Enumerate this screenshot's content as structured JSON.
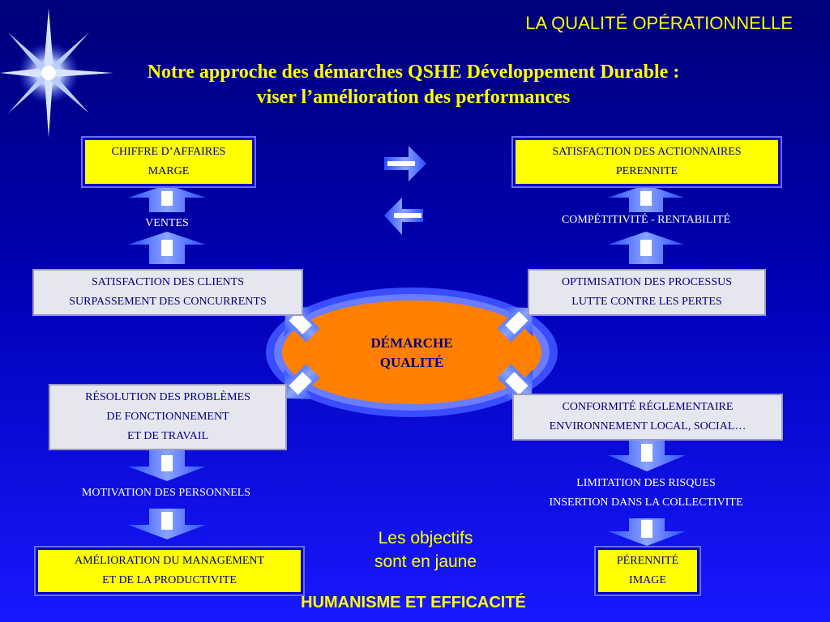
{
  "header": {
    "title": "LA QUALITÉ OPÉRATIONNELLE",
    "subtitle_line1": "Notre approche des démarches QSHE Développement Durable  :",
    "subtitle_line2": "viser l’amélioration des performances"
  },
  "left": {
    "top_box": [
      "CHIFFRE D’AFFAIRES",
      "MARGE"
    ],
    "ventes": "VENTES",
    "clients_box": [
      "SATISFACTION DES CLIENTS",
      "SURPASSEMENT DES CONCURRENTS"
    ],
    "resolution_box": [
      "RÉSOLUTION DES PROBLÈMES",
      "DE FONCTIONNEMENT",
      "ET DE TRAVAIL"
    ],
    "motivation": "MOTIVATION DES  PERSONNELS",
    "management_box": [
      "AMÉLIORATION DU MANAGEMENT",
      "ET DE LA PRODUCTIVITE"
    ]
  },
  "right": {
    "top_box": [
      "SATISFACTION DES  ACTIONNAIRES",
      "PERENNITE"
    ],
    "competitivite": "COMPÉTITIVITÉ - RENTABILITÉ",
    "processus_box": [
      "OPTIMISATION DES PROCESSUS",
      "LUTTE CONTRE LES PERTES"
    ],
    "conformite_box": [
      "CONFORMITÉ RÉGLEMENTAIRE",
      "ENVIRONNEMENT LOCAL, SOCIAL…"
    ],
    "risques": [
      "LIMITATION DES RISQUES",
      "INSERTION DANS LA COLLECTIVITE"
    ],
    "perennite_box": [
      "PÉRENNITÉ",
      "IMAGE"
    ]
  },
  "center": {
    "label": [
      "DÉMARCHE",
      "QUALITÉ"
    ]
  },
  "note": [
    "Les objectifs",
    "sont en jaune"
  ],
  "footer": "HUMANISME ET EFFICACITÉ",
  "colors": {
    "objective_box": "#ffff00",
    "info_box": "#e6e6ee",
    "center_ellipse": "#ff8000",
    "arrow": "#5a7dff",
    "text_dark": "#000080",
    "highlight_text": "#ffff00"
  },
  "icons": [
    "star-flare-icon",
    "arrow-up-icon",
    "arrow-down-icon",
    "arrow-right-icon",
    "arrow-left-icon"
  ]
}
